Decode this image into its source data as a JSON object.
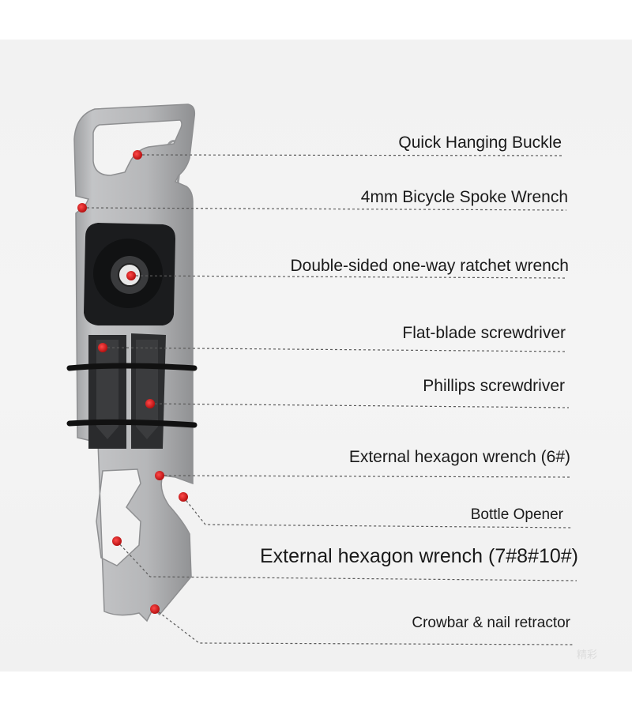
{
  "colors": {
    "background": "#f3f3f3",
    "tool_body": "#b4b5b7",
    "tool_edge": "#8e8f91",
    "ratchet": "#1b1c1e",
    "bits": "#2a2b2d",
    "marker": "#d21f1f",
    "leader": "#555555"
  },
  "icons": {
    "marker": "red-dot-icon",
    "carabiner": "carabiner-clip-icon"
  },
  "labels": [
    {
      "id": "quick-hanging-buckle",
      "text": "Quick Hanging Buckle"
    },
    {
      "id": "bicycle-spoke-wrench",
      "text": "4mm Bicycle Spoke Wrench"
    },
    {
      "id": "ratchet-wrench",
      "text": "Double-sided one-way ratchet wrench"
    },
    {
      "id": "flat-blade-screwdriver",
      "text": "Flat-blade screwdriver"
    },
    {
      "id": "phillips-screwdriver",
      "text": "Phillips screwdriver"
    },
    {
      "id": "hex-wrench-6",
      "text": "External hexagon wrench (6#)"
    },
    {
      "id": "bottle-opener",
      "text": "Bottle Opener"
    },
    {
      "id": "hex-wrench-7-8-10",
      "text": "External hexagon wrench (7#8#10#)"
    },
    {
      "id": "crowbar-nail-retractor",
      "text": "Crowbar & nail retractor"
    }
  ],
  "watermark": "精彩"
}
